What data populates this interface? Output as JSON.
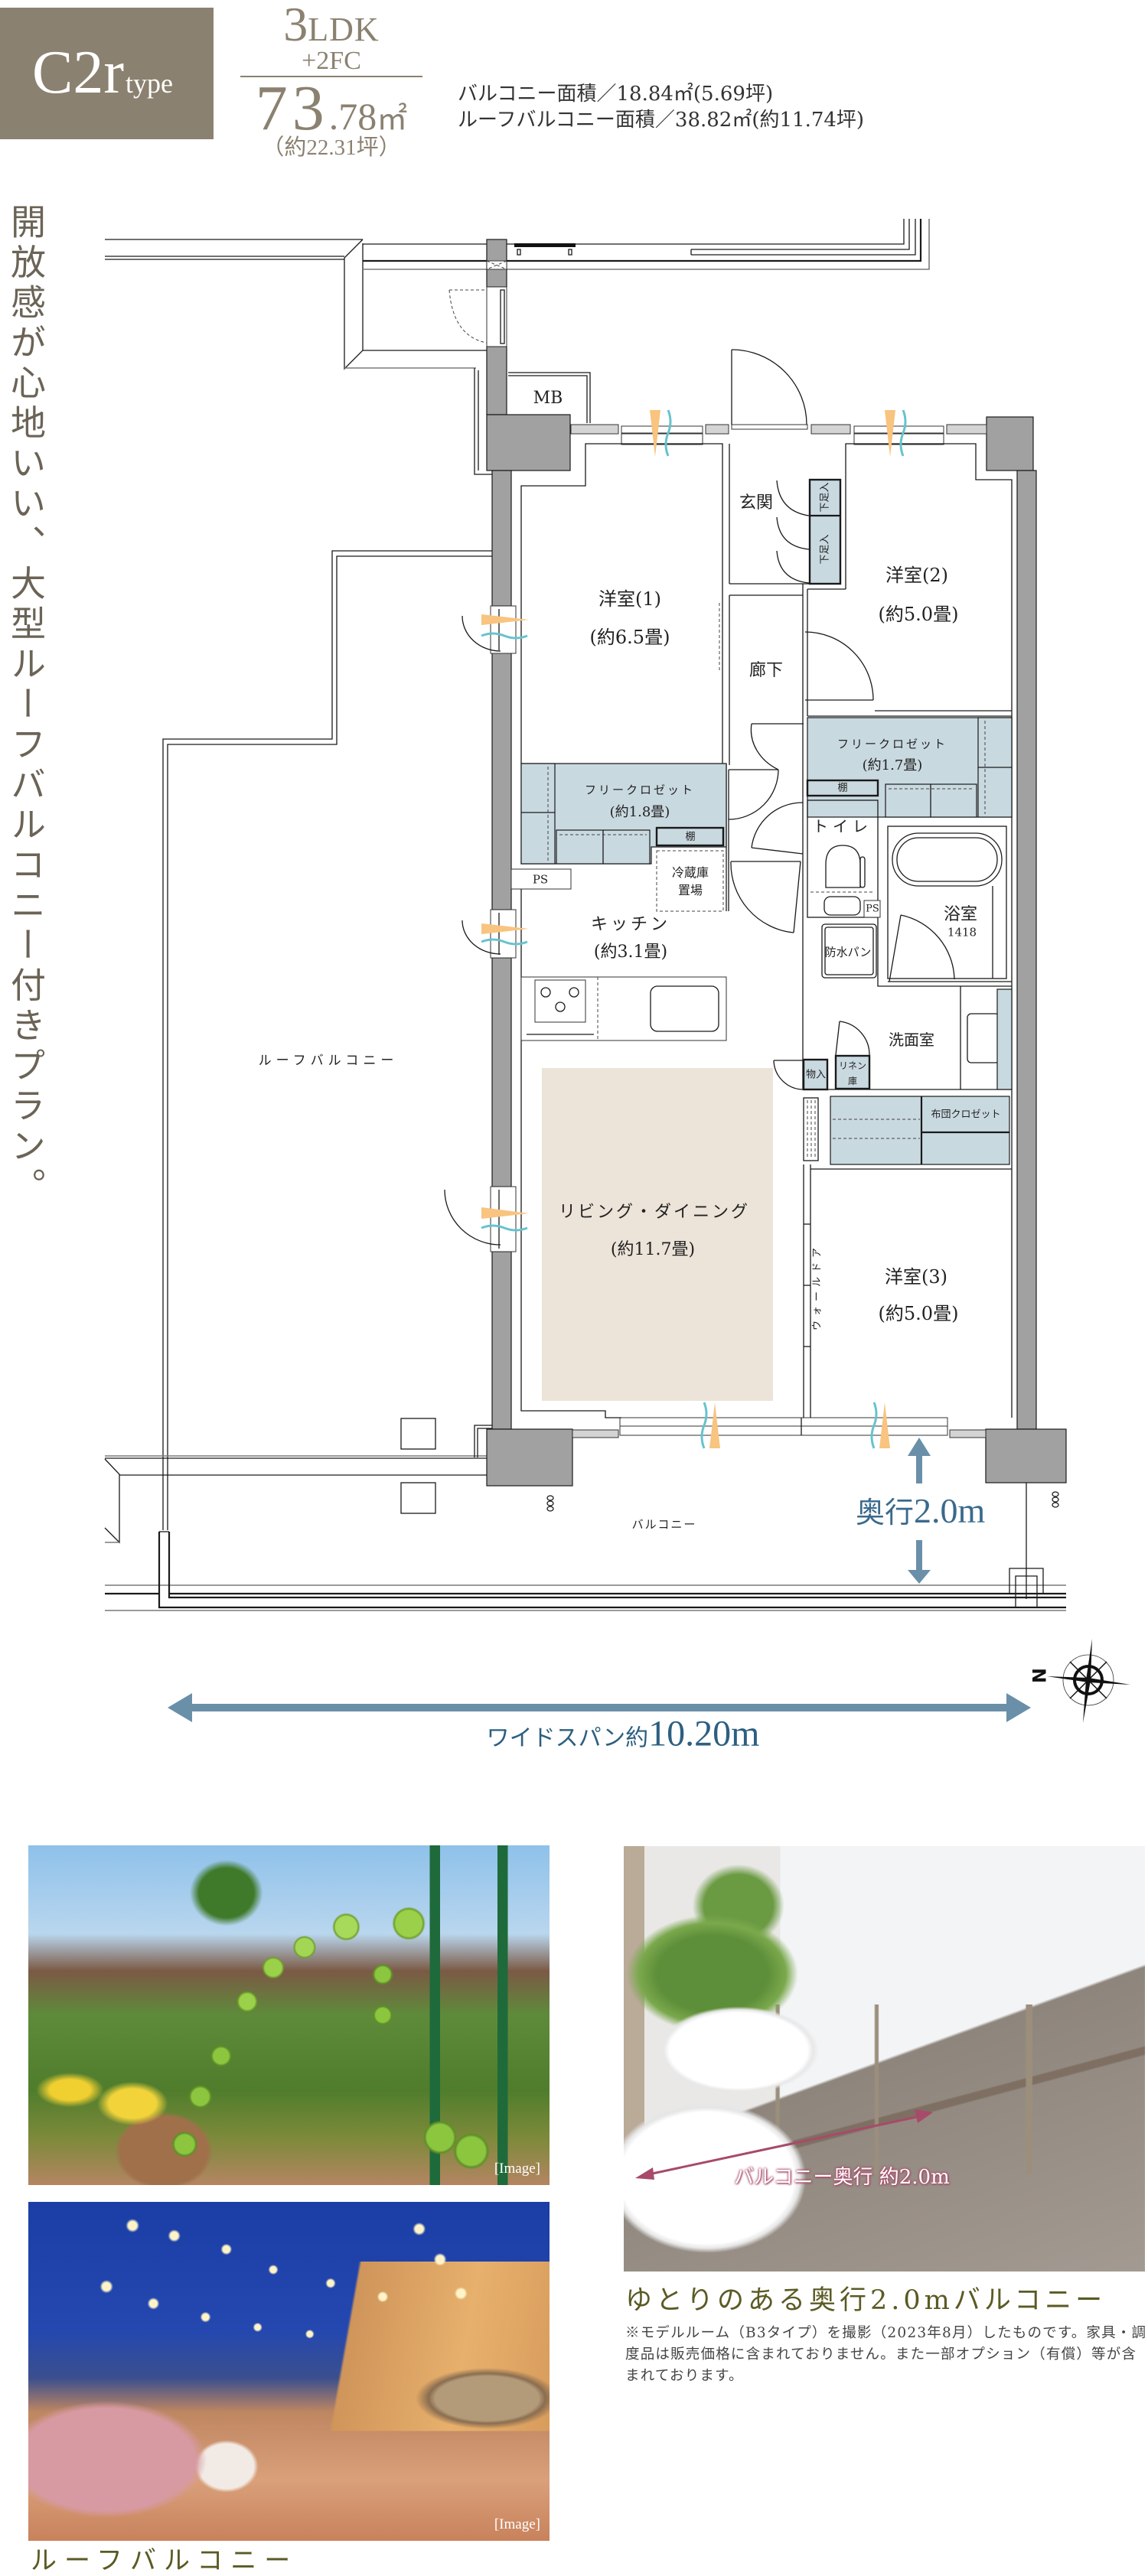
{
  "header": {
    "badge": {
      "code": "C2r",
      "suffix": "type"
    },
    "layout": {
      "number": "3",
      "rooms": "LDK",
      "extra": "+2FC"
    },
    "area": {
      "integer": "73",
      "decimal": ".78",
      "unit": "㎡",
      "tsubo": "（約22.31坪）"
    },
    "balcony_area": "バルコニー面積／18.84㎡(5.69坪)",
    "roof_balcony_area": "ルーフバルコニー面積／38.82㎡(約11.74坪)"
  },
  "tagline": "開放感が心地いい、大型ルーフバルコニー付きプラン。",
  "floor_plan": {
    "mb": "MB",
    "entrance": "玄関",
    "shoe_closet": [
      "下足入",
      "下足入"
    ],
    "western_room_1": {
      "name": "洋室(1)",
      "size": "(約6.5畳)"
    },
    "western_room_2": {
      "name": "洋室(2)",
      "size": "(約5.0畳)"
    },
    "western_room_3": {
      "name": "洋室(3)",
      "size": "(約5.0畳)"
    },
    "hallway": "廊下",
    "free_closet_1": {
      "name": "フリークロゼット",
      "size": "(約1.8畳)",
      "shelf": "棚"
    },
    "free_closet_2": {
      "name": "フリークロゼット",
      "size": "(約1.7畳)",
      "shelf": "棚"
    },
    "fridge_space": [
      "冷蔵庫",
      "置場"
    ],
    "ps": "PS",
    "toilet": "トイレ",
    "toilet_ps": "PS",
    "bathroom": {
      "name": "浴室",
      "size": "1418"
    },
    "waterproof_pan": "防水パン",
    "kitchen": {
      "name": "キッチン",
      "size": "(約3.1畳)"
    },
    "washroom": "洗面室",
    "storage": "物入",
    "linen": [
      "リネン",
      "庫"
    ],
    "futon_closet": "布団クロゼット",
    "living_dining": {
      "name": "リビング・ダイニング",
      "size": "(約11.7畳)"
    },
    "wall_door": "ウォールドア",
    "roof_balcony": "ルーフバルコニー",
    "balcony": "バルコニー"
  },
  "dimensions": {
    "depth": {
      "label": "奥行",
      "value": "2.0m"
    },
    "width": {
      "label": "ワイドスパン約",
      "value": "10.20m"
    }
  },
  "compass": {
    "north_label": "N"
  },
  "photos": {
    "roof_garden": {
      "tag": "[Image]"
    },
    "roof_night": {
      "tag": "[Image]",
      "caption": "ルーフバルコニー"
    },
    "balcony": {
      "overlay": "バルコニー奥行 約2.0m",
      "caption": "ゆとりのある奥行2.0mバルコニー",
      "note": "※モデルルーム（B3タイプ）を撮影（2023年8月）したものです。家具・調度品は販売価格に含まれておりません。また一部オプション（有償）等が含まれております。"
    }
  },
  "colors": {
    "badge": "#8b8170",
    "tagline": "#6b6456",
    "wall": "#a1a1a1",
    "closet": "#c9d9e0",
    "living_dining": "#ece4d9",
    "dimension_arrow": "#6a8fa9",
    "dimension_text": "#2d5f80",
    "caption": "#5b5a24",
    "overlay_arrow": "#a84a6a"
  }
}
